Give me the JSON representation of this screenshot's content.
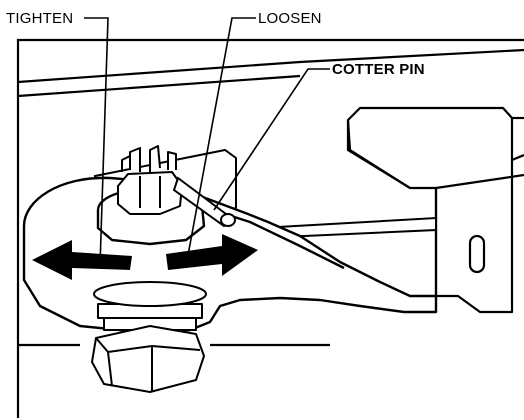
{
  "callouts": {
    "tighten": "TIGHTEN",
    "loosen": "LOOSEN",
    "cotter_pin": "COTTER PIN"
  }
}
